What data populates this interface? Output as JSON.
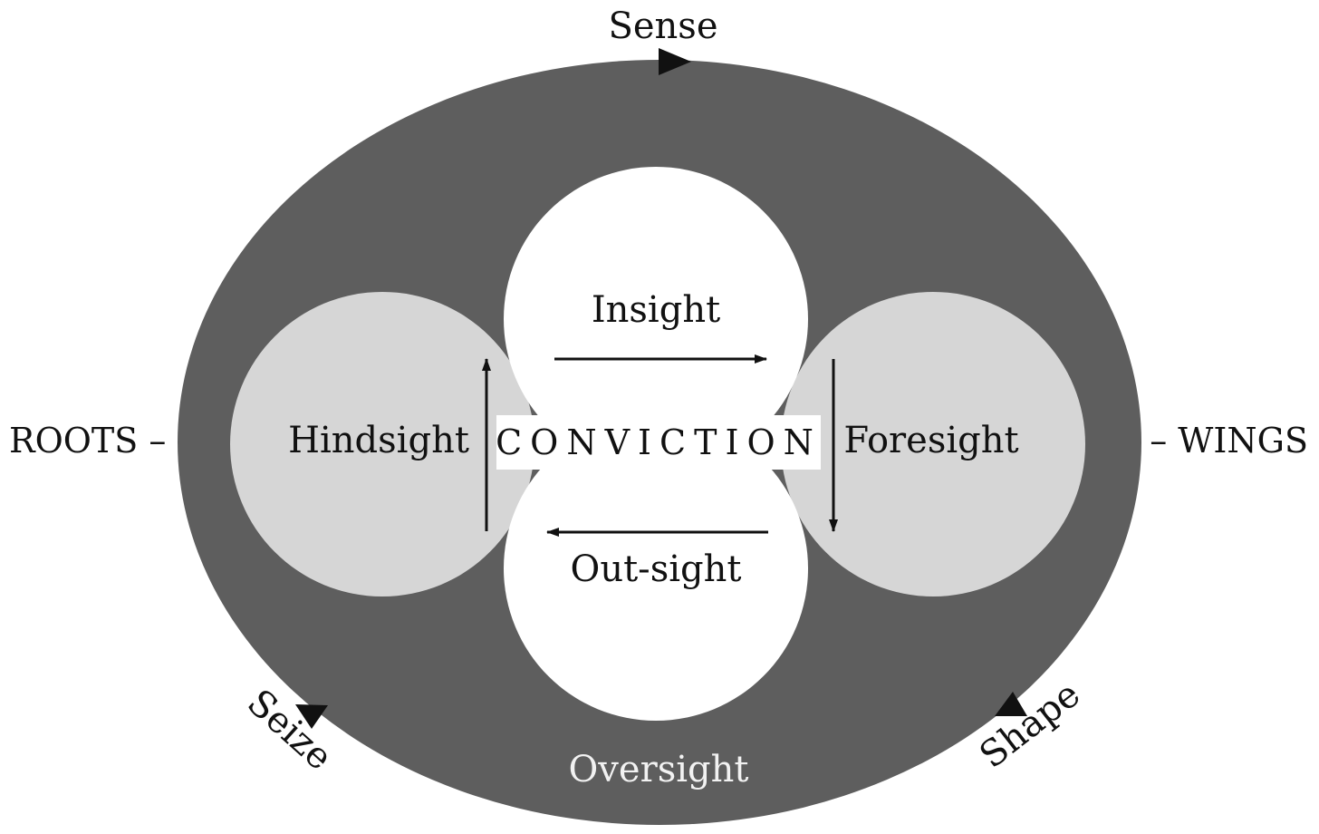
{
  "diagram": {
    "top_label": "Sense",
    "bottom_left_label": "Seize",
    "bottom_right_label": "Shape",
    "left_label": "ROOTS –",
    "right_label": "– WINGS",
    "outer_label": "Oversight",
    "nodes": {
      "top": "Insight",
      "bottom": "Out-sight",
      "left": "Hindsight",
      "right": "Foresight",
      "center": "CONVICTION"
    },
    "colors": {
      "outer_ellipse": "#5e5e5e",
      "side_circles": "#d6d6d6",
      "center_circles": "#ffffff",
      "ink": "#111111",
      "outer_text": "#f2f2f2"
    }
  }
}
